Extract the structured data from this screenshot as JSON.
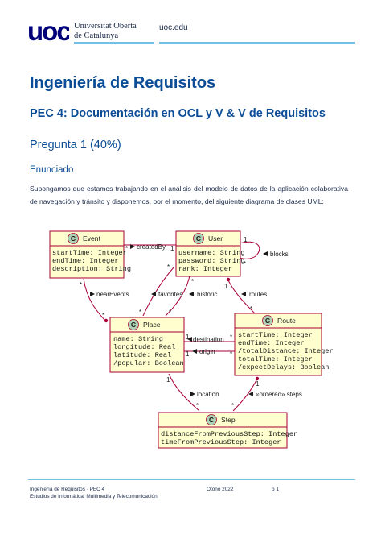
{
  "header": {
    "logo_text": "uoc",
    "university_line1": "Universitat Oberta",
    "university_line2": "de Catalunya",
    "site": "uoc.edu",
    "brand_color": "#000078",
    "rule_color": "#73c0e2"
  },
  "document": {
    "title": "Ingeniería de Requisitos",
    "subtitle": "PEC 4: Documentación en OCL y V & V de Requisitos",
    "question": "Pregunta 1 (40%)",
    "section": "Enunciado",
    "paragraph": "Supongamos que estamos trabajando en el análisis del modelo de datos de la aplicación colaborativa de navegación y tránsito y disponemos, por el momento, del siguiente diagrama de clases UML:"
  },
  "diagram": {
    "classes": {
      "event": {
        "stereotype": "C",
        "name": "Event",
        "attributes": [
          "startTime: Integer",
          "endTime: Integer",
          "description: String"
        ]
      },
      "user": {
        "stereotype": "C",
        "name": "User",
        "attributes": [
          "username: String",
          "password: String",
          "rank: Integer"
        ]
      },
      "place": {
        "stereotype": "C",
        "name": "Place",
        "attributes": [
          "name: String",
          "longitude: Real",
          "latitude: Real",
          "/popular: Boolean"
        ]
      },
      "route": {
        "stereotype": "C",
        "name": "Route",
        "attributes": [
          "startTime: Integer",
          "endTime: Integer",
          "/totalDistance: Integer",
          "totalTime: Integer",
          "/expectDelays: Boolean"
        ]
      },
      "step": {
        "stereotype": "C",
        "name": "Step",
        "attributes": [
          "distanceFromPreviousStep: Integer",
          "timeFromPreviousStep: Integer"
        ]
      }
    },
    "associations": {
      "createdBy": "createdBy",
      "blocks": "blocks",
      "nearEvents": "nearEvents",
      "favorites": "favorites",
      "historic": "historic",
      "routes": "routes",
      "destination": "destination",
      "origin": "origin",
      "location": "location",
      "ordered_steps": "«ordered» steps"
    },
    "multiplicities": {
      "createdBy_event": "*",
      "createdBy_user": "1",
      "blocks_a": "1",
      "blocks_b": "*",
      "nearEvents_event": "*",
      "nearEvents_place": "*",
      "favorites_user": "*",
      "favorites_place": "*",
      "historic_user": "*",
      "historic_place": "*",
      "routes_user": "1",
      "routes_route": "*",
      "destination_place": "1",
      "destination_route": "*",
      "origin_place": "1",
      "origin_route": "*",
      "location_place": "1",
      "location_step": "*",
      "steps_route": "1",
      "steps_step": "*"
    },
    "colors": {
      "class_fill": "#fefece",
      "class_border": "#a80036",
      "stereotype_circle": "#add1b2"
    }
  },
  "footer": {
    "left_line1": "Ingeniería de Requisitos · PEC 4",
    "left_line2": "Estudios de Informática, Multimedia y Telecomunicación",
    "term": "Otoño 2022",
    "page": "p 1"
  }
}
